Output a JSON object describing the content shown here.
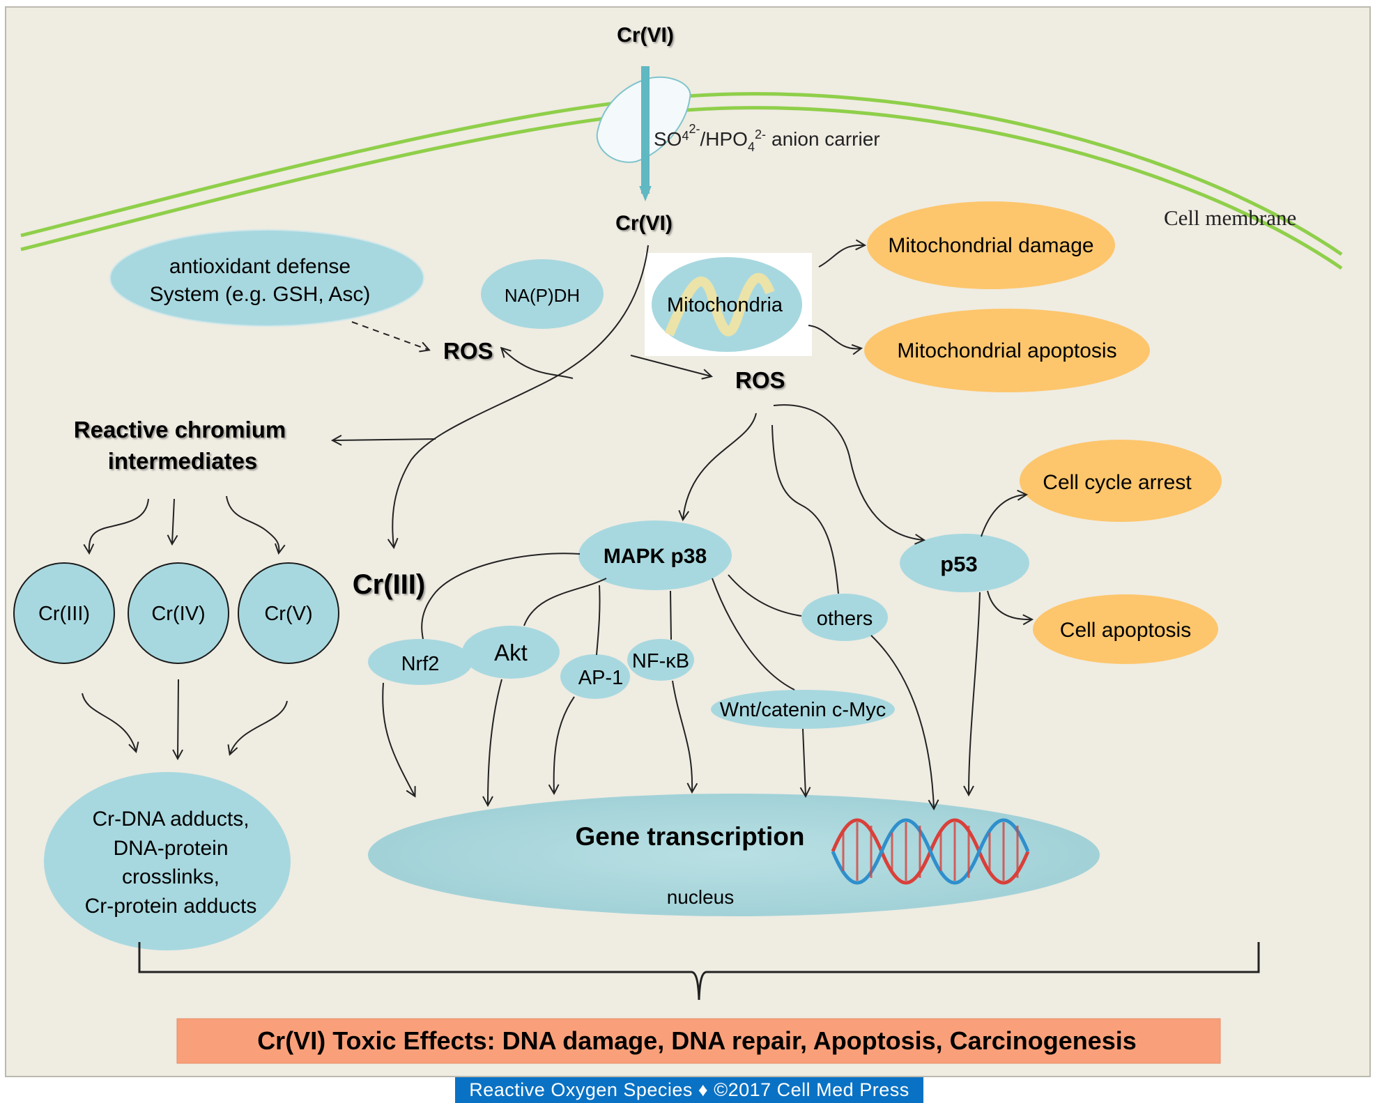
{
  "nodes": {
    "cr6_top": "Cr(VI)",
    "carrier": "anion carrier",
    "carrier_ions": {
      "so": "SO",
      "so_sub": "4",
      "so_sup": "2-",
      "sep": "/HPO",
      "hpo_sub": "4",
      "hpo_sup": "2-"
    },
    "cr6_inside": "Cr(VI)",
    "cell_membrane": "Cell membrane",
    "antioxidant_line1": "antioxidant defense",
    "antioxidant_line2": "System (e.g. GSH, Asc)",
    "napdh": "NA(P)DH",
    "mitochondria": "Mitochondria",
    "mito_damage": "Mitochondrial damage",
    "mito_apoptosis": "Mitochondrial apoptosis",
    "ros_left": "ROS",
    "ros_right": "ROS",
    "rci_line1": "Reactive chromium",
    "rci_line2": "intermediates",
    "cr3_circle": "Cr(III)",
    "cr4_circle": "Cr(IV)",
    "cr5_circle": "Cr(V)",
    "cr3_big": "Cr(III)",
    "mapk": "MAPK  p38",
    "nrf2": "Nrf2",
    "akt": "Akt",
    "ap1": "AP-1",
    "nfkb": "NF-κB",
    "wnt": "Wnt/catenin c-Myc",
    "others": "others",
    "p53": "p53",
    "cell_cycle_arrest": "Cell cycle arrest",
    "cell_apoptosis": "Cell  apoptosis",
    "adducts": [
      "Cr-DNA adducts,",
      "DNA-protein",
      "crosslinks,",
      "Cr-protein adducts"
    ],
    "gene_transcription": "Gene transcription",
    "nucleus": "nucleus",
    "toxic_effects": "Cr(VI) Toxic Effects: DNA damage,  DNA repair, Apoptosis, Carcinogenesis"
  },
  "footer": "Reactive Oxygen Species ♦ ©2017 Cell Med Press",
  "colors": {
    "background": "#efece2",
    "blue_node": "#a8d8df",
    "orange_node": "#fdc66c",
    "membrane_green": "#8fcf4a",
    "arrow_teal": "#5fb8c2",
    "toxic_box": "#f9a07a",
    "footer_blue": "#0a72c4"
  }
}
